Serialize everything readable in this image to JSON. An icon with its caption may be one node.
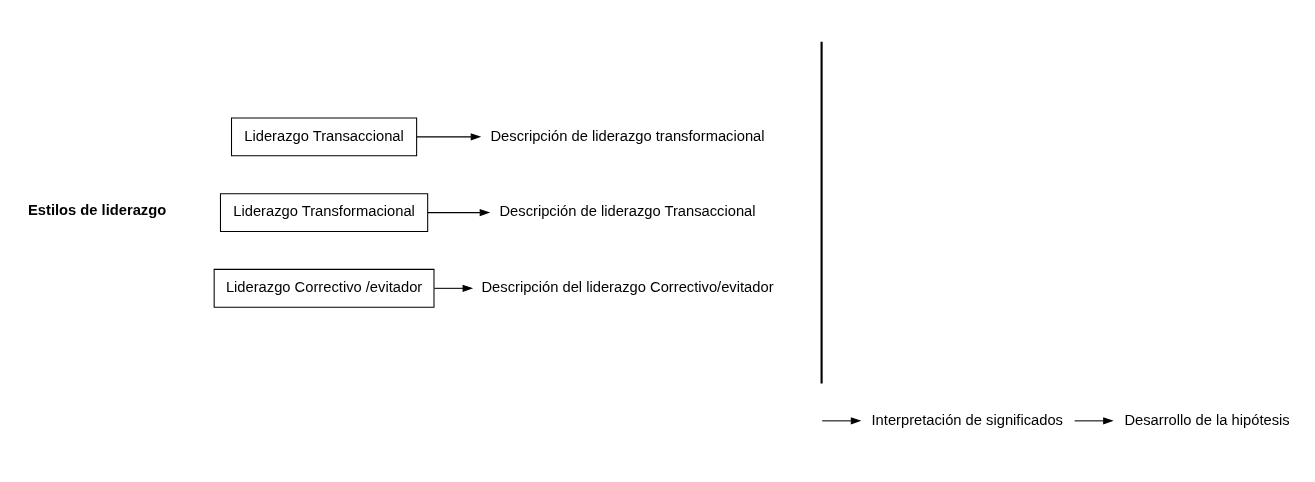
{
  "diagram": {
    "nodes": [
      {
        "text": [
          "Liderazgo Transaccional"
        ]
      },
      {
        "text": [
          "Descripción de liderazgo transformacional"
        ]
      },
      {
        "text": [
          "Liderazgo Transformacional"
        ]
      },
      {
        "text": [
          "Descripción de liderazgo Transaccional"
        ]
      },
      {
        "text": [
          "Liderazgo Correctivo /evitador"
        ]
      },
      {
        "text": [
          "Descripción del liderazgo Correctivo/evitador"
        ]
      },
      {
        "text": [
          "Interpretación de significados"
        ]
      },
      {
        "text": [
          "Desarrollo de la hipótesis"
        ]
      }
    ],
    "edges": [
      {
        "from": 0,
        "to": 1,
        "arrow": "to"
      },
      {
        "from": 2,
        "to": 3,
        "arrow": "to"
      },
      {
        "from": 4,
        "to": 5,
        "arrow": "to"
      },
      {
        "from": null,
        "to": 6,
        "arrow": "to"
      },
      {
        "from": 6,
        "to": 7,
        "arrow": "to"
      }
    ],
    "labels": [
      "Estilos de liderazgo"
    ]
  }
}
